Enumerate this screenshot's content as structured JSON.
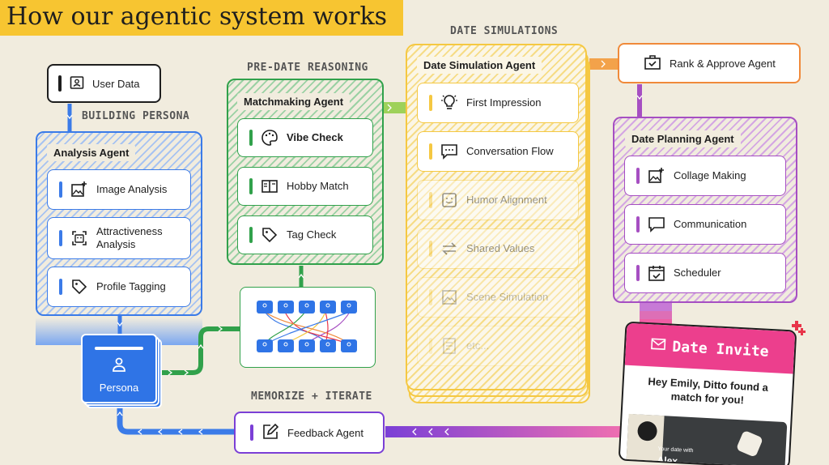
{
  "title": "How our agentic system works",
  "sections": {
    "building_persona": "BUILDING PERSONA",
    "pre_date_reasoning": "PRE-DATE REASONING",
    "date_simulations": "DATE SIMULATIONS",
    "memorize_iterate": "MEMORIZE + ITERATE"
  },
  "user_data": {
    "label": "User Data",
    "icon": "id-card-icon"
  },
  "analysis_agent": {
    "title": "Analysis Agent",
    "items": [
      {
        "label": "Image Analysis",
        "icon": "image-sparkle-icon"
      },
      {
        "label": "Attractiveness\nAnalysis",
        "icon": "face-scan-icon"
      },
      {
        "label": "Profile Tagging",
        "icon": "tag-icon"
      }
    ]
  },
  "persona": {
    "label": "Persona",
    "icon": "person-icon"
  },
  "matchmaking_agent": {
    "title": "Matchmaking Agent",
    "items": [
      {
        "label": "Vibe Check",
        "icon": "palette-icon"
      },
      {
        "label": "Hobby Match",
        "icon": "book-icon"
      },
      {
        "label": "Tag Check",
        "icon": "tag-icon"
      }
    ]
  },
  "date_simulation_agent": {
    "title": "Date Simulation Agent",
    "items": [
      {
        "label": "First Impression",
        "icon": "lightbulb-icon"
      },
      {
        "label": "Conversation Flow",
        "icon": "chat-icon"
      },
      {
        "label": "Humor Alignment",
        "icon": "smile-icon"
      },
      {
        "label": "Shared Values",
        "icon": "swap-icon"
      },
      {
        "label": "Scene Simulation",
        "icon": "image-icon"
      },
      {
        "label": "etc...",
        "icon": "document-icon"
      }
    ]
  },
  "rank_agent": {
    "label": "Rank & Approve Agent",
    "icon": "briefcase-check-icon"
  },
  "date_planning_agent": {
    "title": "Date Planning Agent",
    "items": [
      {
        "label": "Collage Making",
        "icon": "image-sparkle-icon"
      },
      {
        "label": "Communication",
        "icon": "chat-icon"
      },
      {
        "label": "Scheduler",
        "icon": "calendar-check-icon"
      }
    ]
  },
  "feedback_agent": {
    "label": "Feedback Agent",
    "icon": "edit-icon"
  },
  "date_invite": {
    "title": "Date Invite",
    "message": "Hey Emily, Ditto found a match for you!",
    "caption": "Your date with",
    "name": "Alex"
  },
  "colors": {
    "blue": "#3b7be8",
    "green": "#31a14b",
    "yellow": "#f5c842",
    "purple": "#a64fc2",
    "orange": "#f08a3a",
    "pink": "#ec3f8d",
    "banner": "#f7c531"
  }
}
